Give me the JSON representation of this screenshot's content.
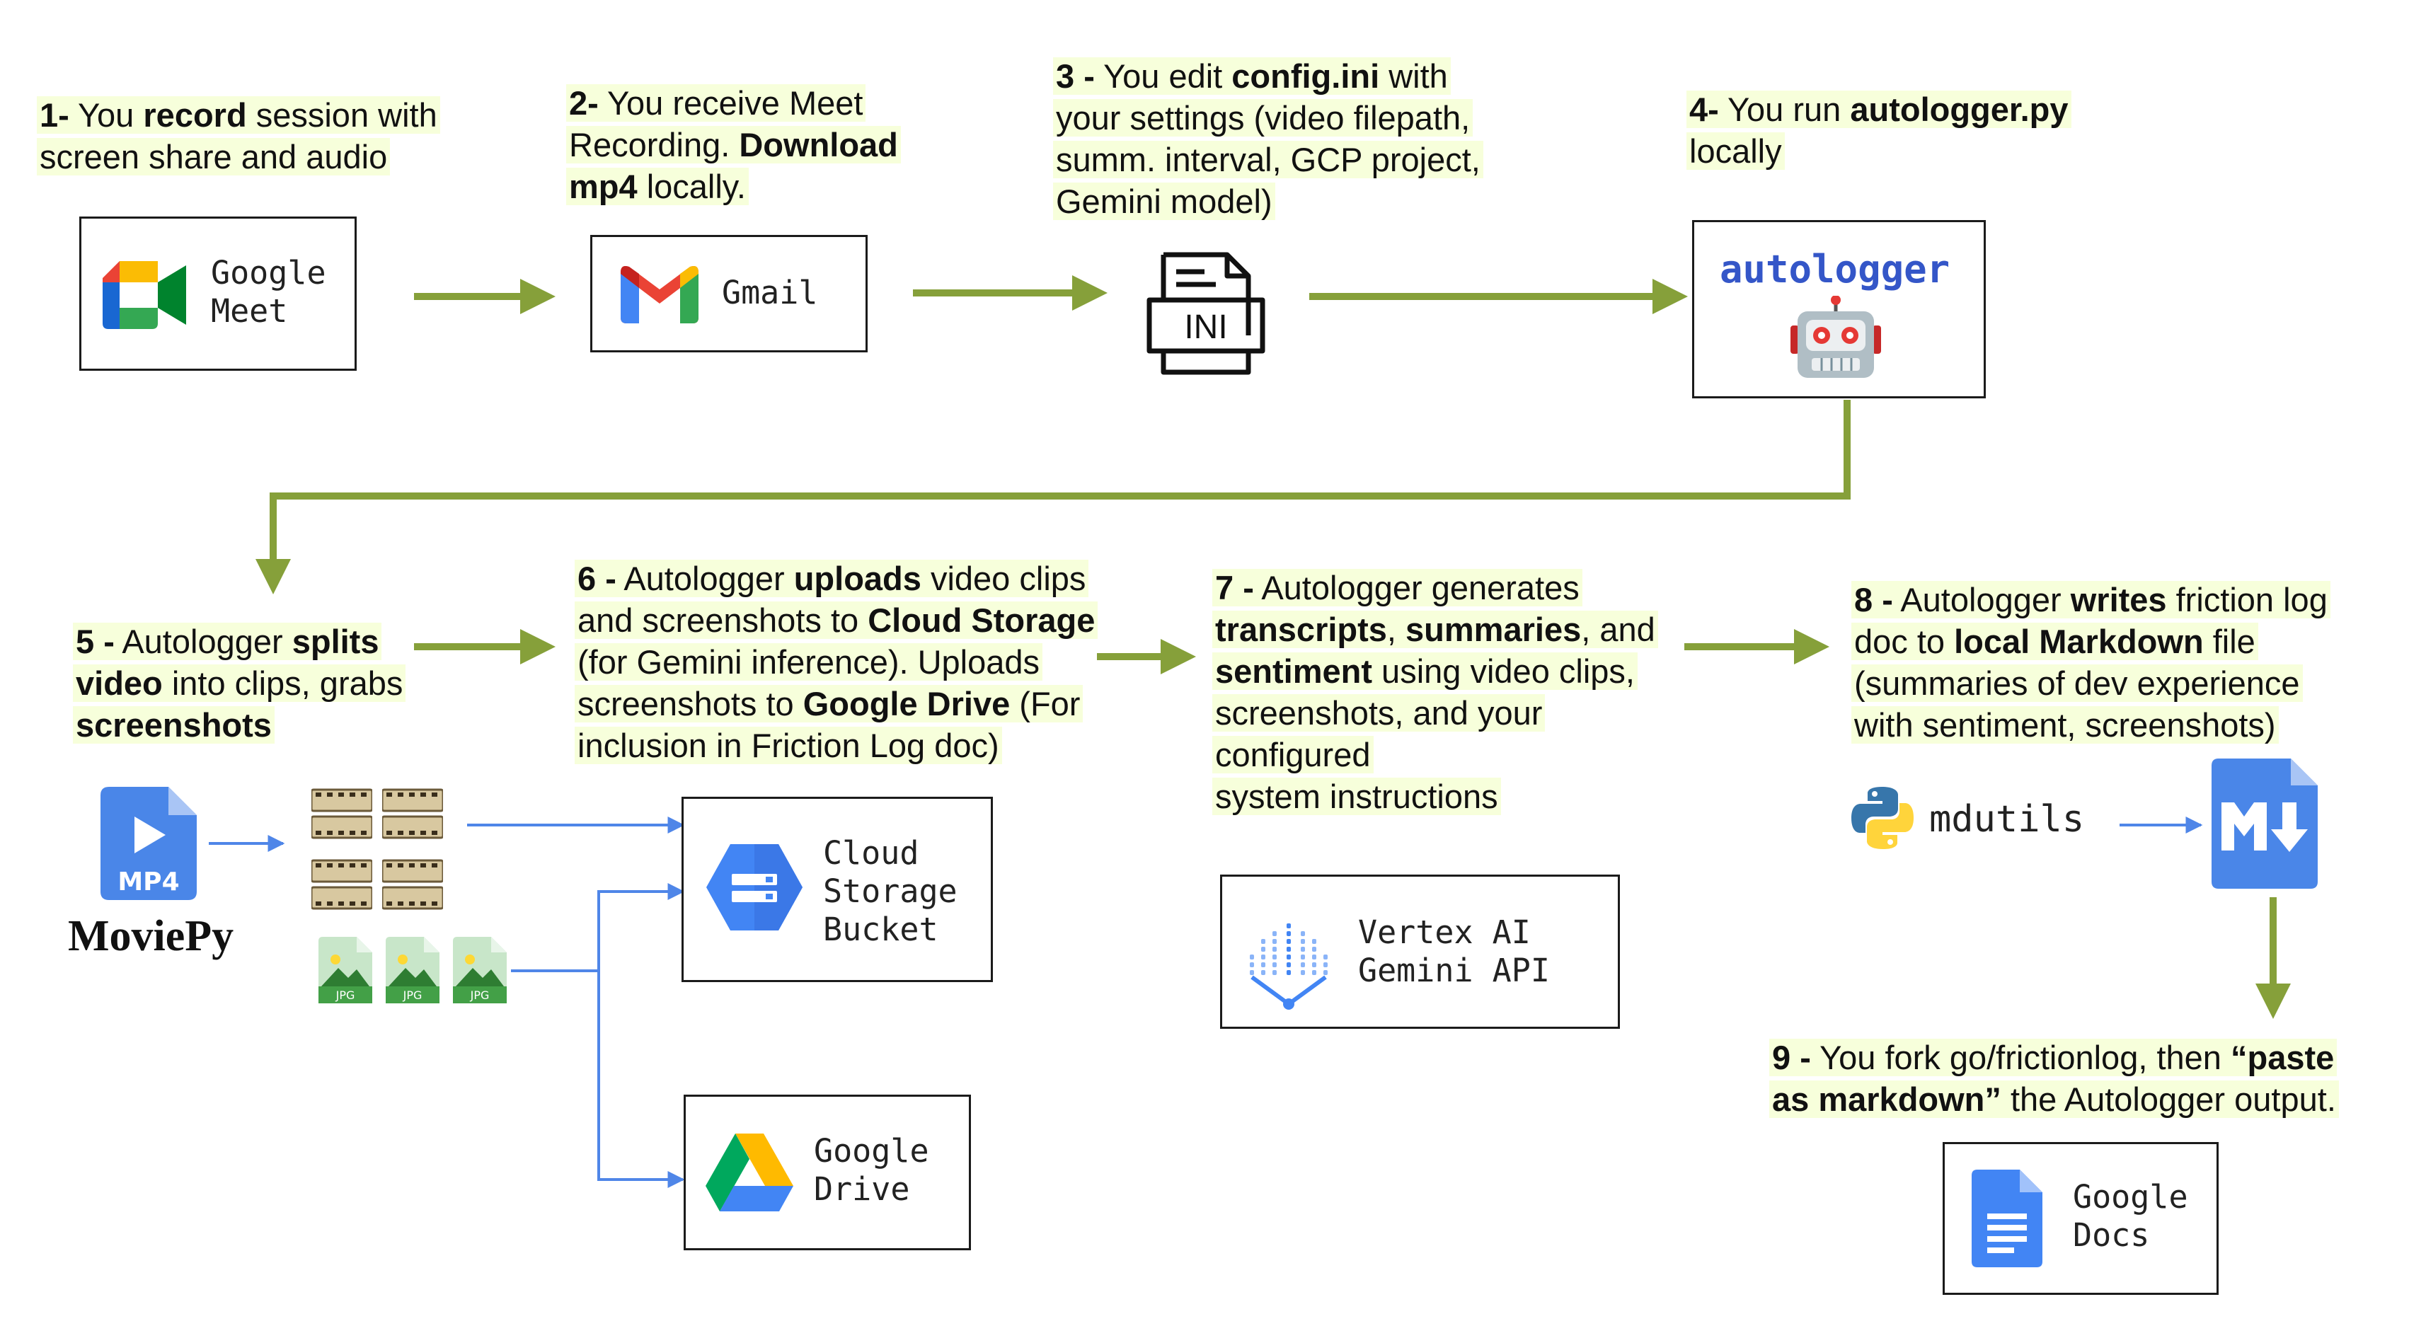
{
  "steps": [
    {
      "id": "s1",
      "parts": [
        {
          "t": "1-",
          "b": true
        },
        {
          "t": " You "
        },
        {
          "t": "record",
          "b": true
        },
        {
          "t": " session with\nscreen share and audio"
        }
      ]
    },
    {
      "id": "s2",
      "parts": [
        {
          "t": "2-",
          "b": true
        },
        {
          "t": " You receive Meet\nRecording. "
        },
        {
          "t": "Download\nmp4",
          "b": true
        },
        {
          "t": " locally."
        }
      ]
    },
    {
      "id": "s3",
      "parts": [
        {
          "t": "3 -",
          "b": true
        },
        {
          "t": " You edit "
        },
        {
          "t": "config.ini",
          "b": true
        },
        {
          "t": " with\nyour settings (video filepath,\nsumm. interval, GCP project,\nGemini model)"
        }
      ]
    },
    {
      "id": "s4",
      "parts": [
        {
          "t": "4-",
          "b": true
        },
        {
          "t": " You run "
        },
        {
          "t": "autologger.py",
          "b": true
        },
        {
          "t": "\nlocally"
        }
      ]
    },
    {
      "id": "s5",
      "parts": [
        {
          "t": "5 -",
          "b": true
        },
        {
          "t": " Autologger "
        },
        {
          "t": "splits\nvideo",
          "b": true
        },
        {
          "t": " into clips, grabs\n"
        },
        {
          "t": "screenshots",
          "b": true
        }
      ]
    },
    {
      "id": "s6",
      "parts": [
        {
          "t": "6 -",
          "b": true
        },
        {
          "t": " Autologger "
        },
        {
          "t": "uploads",
          "b": true
        },
        {
          "t": " video clips\nand screenshots to "
        },
        {
          "t": "Cloud Storage",
          "b": true
        },
        {
          "t": "\n(for Gemini inference). Uploads\nscreenshots to "
        },
        {
          "t": "Google Drive",
          "b": true
        },
        {
          "t": " (For\ninclusion in Friction Log doc)"
        }
      ]
    },
    {
      "id": "s7",
      "parts": [
        {
          "t": "7 -",
          "b": true
        },
        {
          "t": " Autologger generates\n"
        },
        {
          "t": "transcripts",
          "b": true
        },
        {
          "t": ", "
        },
        {
          "t": "summaries",
          "b": true
        },
        {
          "t": ", and\n"
        },
        {
          "t": "sentiment",
          "b": true
        },
        {
          "t": " using video clips,\nscreenshots, and your configured\nsystem instructions"
        }
      ]
    },
    {
      "id": "s8",
      "parts": [
        {
          "t": "8 -",
          "b": true
        },
        {
          "t": " Autologger "
        },
        {
          "t": "writes",
          "b": true
        },
        {
          "t": " friction log\ndoc to "
        },
        {
          "t": "local Markdown",
          "b": true
        },
        {
          "t": " file\n(summaries of dev experience\nwith sentiment, screenshots)"
        }
      ]
    },
    {
      "id": "s9",
      "parts": [
        {
          "t": "9 -",
          "b": true
        },
        {
          "t": " You fork go/frictionlog, then "
        },
        {
          "t": "“paste\nas markdown”",
          "b": true
        },
        {
          "t": " the Autologger output."
        }
      ]
    }
  ],
  "boxes": {
    "meet": {
      "label": "Google\nMeet",
      "icon": "google-meet-icon"
    },
    "gmail": {
      "label": "Gmail",
      "icon": "gmail-icon"
    },
    "ini": {
      "label": "INI",
      "icon": "ini-file-icon"
    },
    "autologger": {
      "label": "autologger",
      "icon": "robot-icon"
    },
    "storage": {
      "label": "Cloud\nStorage\nBucket",
      "icon": "cloud-storage-icon"
    },
    "drive": {
      "label": "Google\nDrive",
      "icon": "google-drive-icon"
    },
    "vertex": {
      "label": "Vertex AI\nGemini API",
      "icon": "vertex-ai-icon"
    },
    "docs": {
      "label": "Google\nDocs",
      "icon": "google-docs-icon"
    }
  },
  "assets": {
    "mp4_label": "MP4",
    "moviepy_label": "MoviePy",
    "jpg_label": "JPG",
    "mdutils_label": "mdutils"
  },
  "colors": {
    "green_arrow": "#86a03a",
    "blue_arrow": "#4f86e8",
    "highlight": "#f7ffdb",
    "autologger_text": "#3456c8"
  }
}
